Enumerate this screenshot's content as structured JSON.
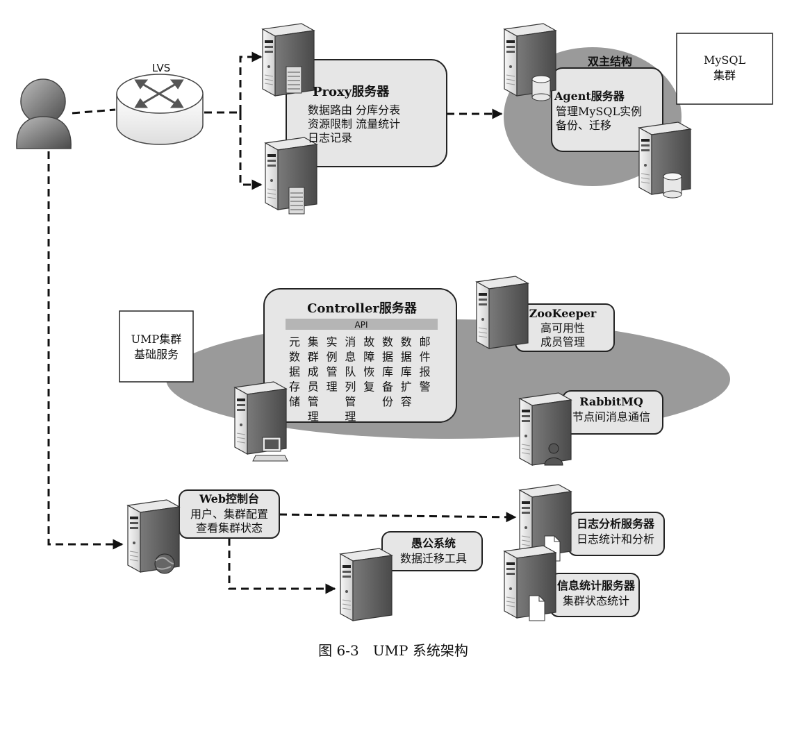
{
  "lvs": {
    "label": "LVS"
  },
  "proxy": {
    "title": "Proxy服务器",
    "line1": "数据路由 分库分表",
    "line2": "资源限制 流量统计",
    "line3": "日志记录"
  },
  "mysql_cluster": {
    "header": "双主结构",
    "agent_title": "Agent服务器",
    "agent_line1": "管理MySQL实例",
    "agent_line2": "备份、迁移",
    "label_line1": "MySQL",
    "label_line2": "集群"
  },
  "ump_base": {
    "line1": "UMP集群",
    "line2": "基础服务"
  },
  "controller": {
    "title": "Controller服务器",
    "api": "API",
    "columns": [
      [
        "元",
        "数",
        "据",
        "存",
        "储"
      ],
      [
        "集",
        "群",
        "成",
        "员",
        "管",
        "理"
      ],
      [
        "实",
        "例",
        "管",
        "理"
      ],
      [
        "消",
        "息",
        "队",
        "列",
        "管",
        "理"
      ],
      [
        "故",
        "障",
        "恢",
        "复"
      ],
      [
        "数",
        "据",
        "库",
        "备",
        "份"
      ],
      [
        "数",
        "据",
        "库",
        "扩",
        "容"
      ],
      [
        "邮",
        "件",
        "报",
        "警"
      ]
    ]
  },
  "zookeeper": {
    "title": "ZooKeeper",
    "line1": "高可用性",
    "line2": "成员管理"
  },
  "rabbitmq": {
    "title": "RabbitMQ",
    "line1": "节点间消息通信"
  },
  "web_console": {
    "title": "Web控制台",
    "line1": "用户、集群配置",
    "line2": "查看集群状态"
  },
  "yugong": {
    "title": "愚公系统",
    "line1": "数据迁移工具"
  },
  "log_server": {
    "title": "日志分析服务器",
    "line1": "日志统计和分析"
  },
  "stats_server": {
    "title": "信息统计服务器",
    "line1": "集群状态统计"
  },
  "caption": "图 6-3　UMP 系统架构",
  "icons": {
    "user": "user-icon",
    "router": "router-icon",
    "server": "server-icon",
    "database": "database-icon",
    "workstation": "workstation-icon",
    "globe": "globe-icon",
    "document": "document-icon",
    "person": "person-icon"
  },
  "colors": {
    "box_fill": "#e6e6e6",
    "ellipse_fill": "#9a9a9a",
    "api_bar": "#b5b5b5",
    "line": "#111111"
  }
}
